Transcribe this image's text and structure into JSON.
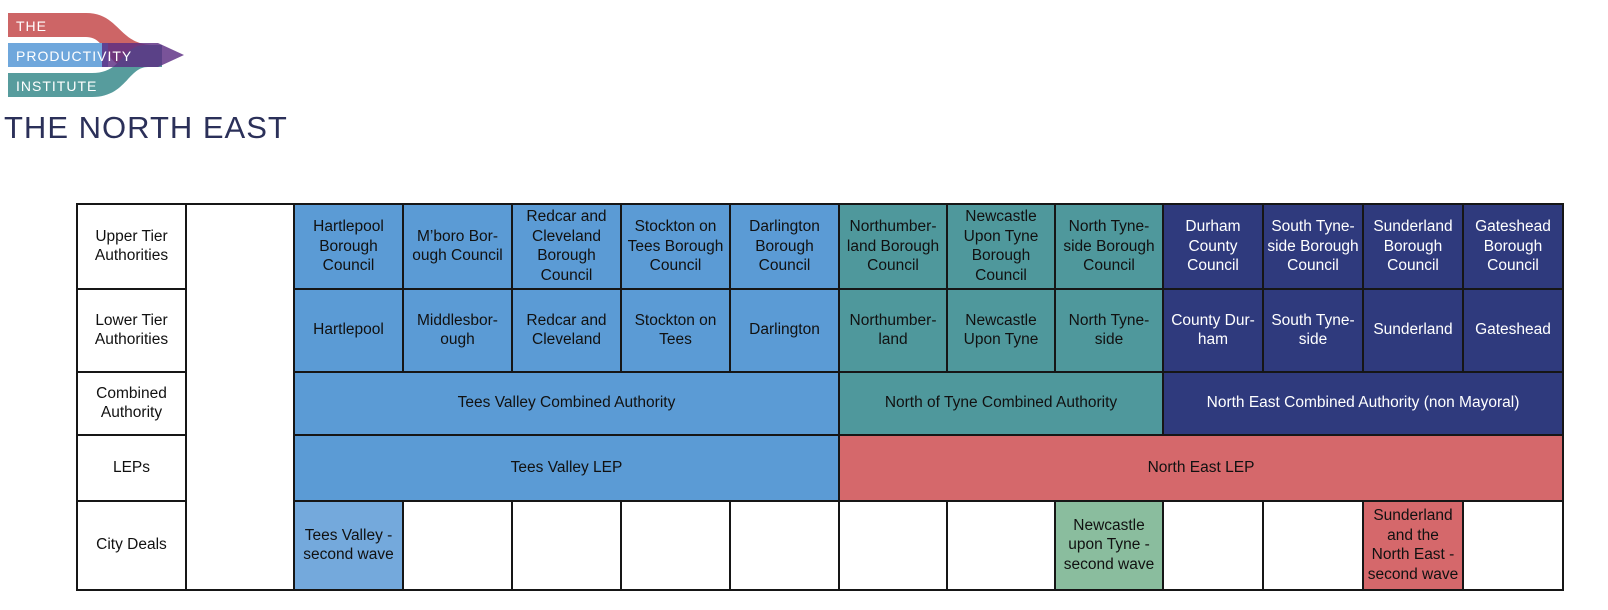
{
  "logo": {
    "line1": "THE",
    "line2": "PRODUCTIVITY",
    "line3": "INSTITUTE"
  },
  "title": "THE NORTH EAST",
  "colors": {
    "logo_red": "#cd6566",
    "logo_blue": "#6fa7dc",
    "logo_purple": "#5c2d83",
    "logo_teal": "#579c9d",
    "title_navy": "#2b3059",
    "cell_blue": "#5b9bd5",
    "cell_teal": "#4f989c",
    "cell_navy": "#2f3a7d",
    "cell_red": "#d5686b",
    "cell_green": "#8abd9e",
    "cell_light_blue": "#74a9dc",
    "border": "#161616"
  },
  "table": {
    "row_labels": [
      "Upper Tier\nAuthorities",
      "Lower Tier\nAuthorities",
      "Combined\nAuthority",
      "LEPs",
      "City Deals"
    ],
    "upper_tier": [
      "Hartlepool\nBorough\nCouncil",
      "M’boro Bor-\nough Council",
      "Redcar and\nCleveland\nBorough\nCouncil",
      "Stockton on\nTees Borough\nCouncil",
      "Darlington\nBorough\nCouncil",
      "Northumber-\nland Borough\nCouncil",
      "Newcastle\nUpon Tyne\nBorough\nCouncil",
      "North Tyne-\nside Borough\nCouncil",
      "Durham\nCounty\nCouncil",
      "South Tyne-\nside Borough\nCouncil",
      "Sunderland\nBorough\nCouncil",
      "Gateshead\nBorough\nCouncil"
    ],
    "lower_tier": [
      "Hartlepool",
      "Middlesbor-\nough",
      "Redcar and\nCleveland",
      "Stockton on\nTees",
      "Darlington",
      "Northumber-\nland",
      "Newcastle\nUpon Tyne",
      "North Tyne-\nside",
      "County Dur-\nham",
      "South Tyne-\nside",
      "Sunderland",
      "Gateshead"
    ],
    "combined_authorities": [
      {
        "label": "Tees Valley Combined Authority",
        "span": 5,
        "color": "blue"
      },
      {
        "label": "North of Tyne Combined Authority",
        "span": 3,
        "color": "teal"
      },
      {
        "label": "North East Combined Authority (non Mayoral)",
        "span": 4,
        "color": "navy"
      }
    ],
    "leps": [
      {
        "label": "Tees Valley LEP",
        "span": 5,
        "color": "blue"
      },
      {
        "label": "North East LEP",
        "span": 7,
        "color": "red"
      }
    ],
    "city_deals": [
      {
        "label": "Tees Valley -\nsecond wave",
        "column": "Hartlepool",
        "color": "light_blue"
      },
      {
        "label": "Newcastle\nupon Tyne -\nsecond wave",
        "column": "North Tyneside",
        "color": "green"
      },
      {
        "label": "Sunderland\nand the\nNorth East -\nsecond wave",
        "column": "Sunderland",
        "color": "red"
      }
    ]
  }
}
